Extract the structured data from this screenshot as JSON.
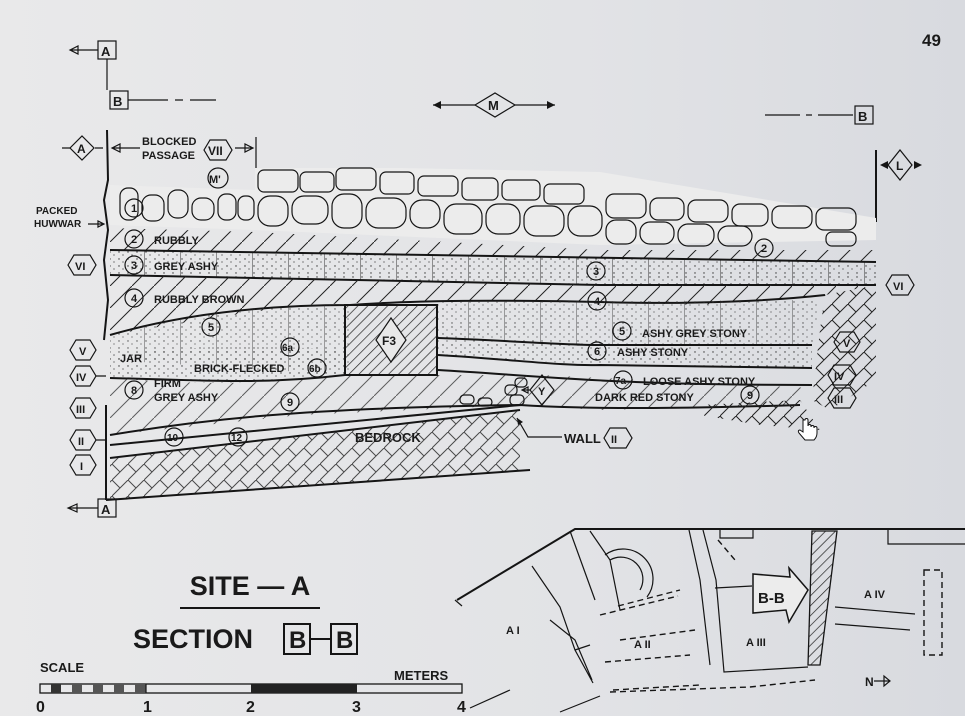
{
  "page_number": "49",
  "section_markers": {
    "A_top": "A",
    "B_left": "B",
    "M": "M",
    "B_right": "B",
    "A_bottom": "A",
    "A_diamond": "A",
    "L_diamond": "L",
    "M_prime": "M'",
    "F3": "F3",
    "Y": "Y"
  },
  "labels": {
    "blocked_passage_1": "BLOCKED",
    "blocked_passage_2": "PASSAGE",
    "packed_1": "PACKED",
    "packed_2": "HUWWAR",
    "bedrock": "BEDROCK",
    "wall": "WALL",
    "jar": "JAR"
  },
  "phases": {
    "VII": "VII",
    "VI": "VI",
    "V": "V",
    "IV": "IV",
    "III": "III",
    "II": "II",
    "I": "I"
  },
  "layers": [
    {
      "num": "1",
      "desc": ""
    },
    {
      "num": "2",
      "desc": "RUBBLY"
    },
    {
      "num": "3",
      "desc": "GREY ASHY"
    },
    {
      "num": "4",
      "desc": "RUBBLY BROWN"
    },
    {
      "num": "5",
      "desc": "ASHY GREY STONY"
    },
    {
      "num": "6",
      "desc": "ASHY STONY"
    },
    {
      "num": "6a",
      "desc": ""
    },
    {
      "num": "6b",
      "desc": "BRICK-FLECKED"
    },
    {
      "num": "7a",
      "desc": "LOOSE ASHY STONY"
    },
    {
      "num": "8",
      "desc": "FIRM",
      "desc2": "GREY ASHY"
    },
    {
      "num": "9",
      "desc": "DARK RED STONY"
    },
    {
      "num": "10",
      "desc": ""
    },
    {
      "num": "12",
      "desc": ""
    }
  ],
  "title": {
    "site": "SITE — A",
    "section": "SECTION",
    "from": "B",
    "to": "B"
  },
  "scale": {
    "label": "SCALE",
    "unit": "METERS",
    "ticks": [
      "0",
      "1",
      "2",
      "3",
      "4"
    ]
  },
  "plan": {
    "rooms": [
      "A I",
      "A II",
      "A III",
      "A IV"
    ],
    "section_arrow": "B-B",
    "north": "N"
  }
}
